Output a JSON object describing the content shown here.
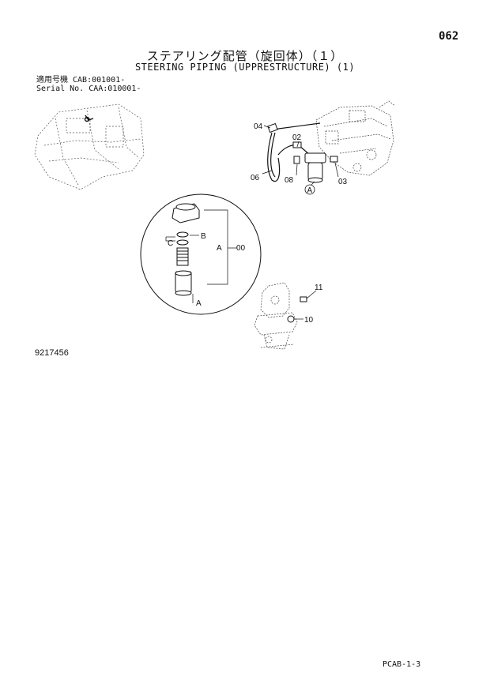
{
  "header": {
    "page_number": "062",
    "title_jp": "ステアリング配管（旋回体）（１）",
    "title_en": "STEERING PIPING (UPPRESTRUCTURE) (1)"
  },
  "serial": {
    "line1": "適用号機 CAB:001001-",
    "line2": "Serial No. CAA:010001-"
  },
  "callouts": {
    "c04": "04",
    "c02": "02",
    "c06": "06",
    "c08": "08",
    "c03": "03",
    "cA_circle": "A",
    "cB": "B",
    "cC": "C",
    "cA_side": "A",
    "c00": "00",
    "cA_bottom": "A",
    "c11": "11",
    "c10": "10"
  },
  "footer": {
    "drawing_number": "9217456",
    "code": "PCAB-1-3"
  }
}
